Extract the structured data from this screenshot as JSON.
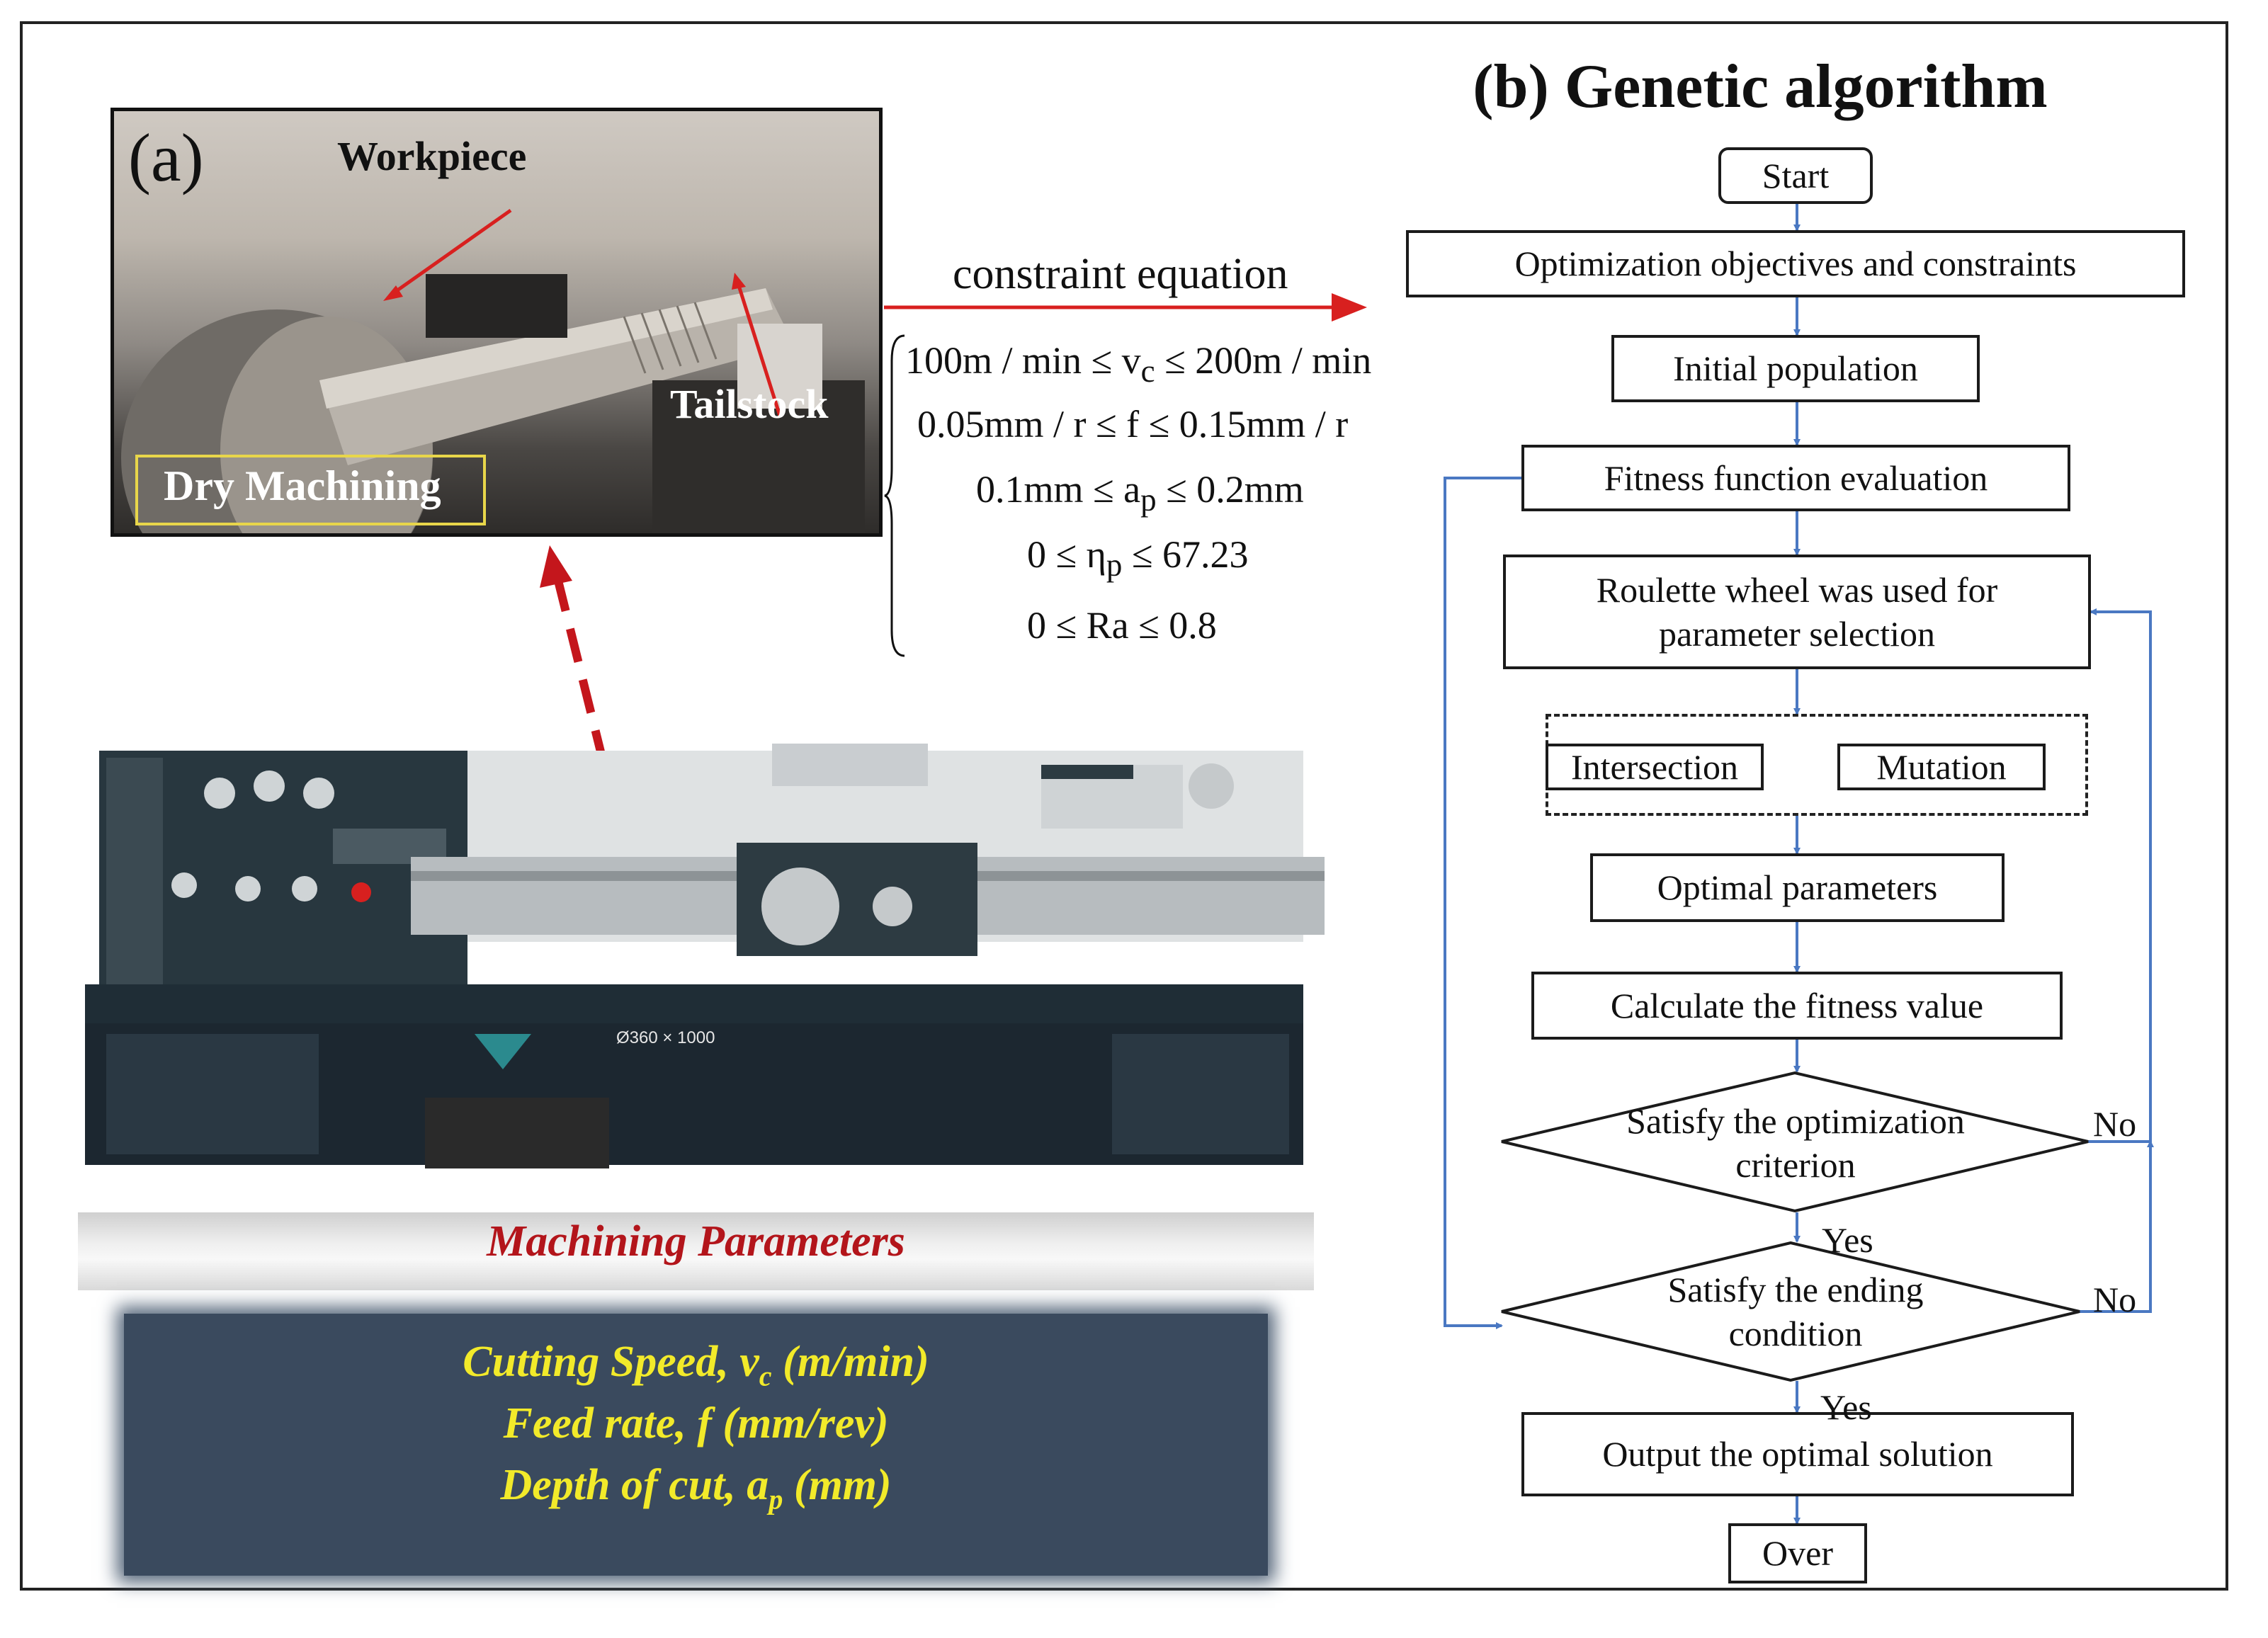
{
  "photo": {
    "panel_label": "(a)",
    "workpiece_label": "Workpiece",
    "tailstock_label": "Tailstock",
    "dry_machining_label": "Dry Machining"
  },
  "constraints": {
    "title": "constraint equation",
    "eq1": "100m / min ≤ v",
    "eq1_sub": "c",
    "eq1_tail": " ≤ 200m / min",
    "eq2": "0.05mm / r ≤ f ≤ 0.15mm / r",
    "eq3": "0.1mm ≤ a",
    "eq3_sub": "p",
    "eq3_tail": " ≤ 0.2mm",
    "eq4": "0 ≤ η",
    "eq4_sub": "p",
    "eq4_tail": " ≤ 67.23",
    "eq5": "0 ≤ Ra ≤ 0.8"
  },
  "lathe": {
    "plate_text": "Ø360 × 1000"
  },
  "machining": {
    "title": "Machining Parameters",
    "p1": "Cutting Speed, v",
    "p1_sub": "c",
    "p1_tail": " (m/min)",
    "p2": "Feed rate, f (mm/rev)",
    "p3": "Depth of cut, a",
    "p3_sub": "p",
    "p3_tail": " (mm)"
  },
  "flowchart": {
    "title": "(b) Genetic algorithm",
    "start": "Start",
    "objectives": "Optimization objectives and constraints",
    "initial_population": "Initial population",
    "fitness_eval": "Fitness function evaluation",
    "roulette": "Roulette wheel was used for parameter selection",
    "intersection": "Intersection",
    "mutation": "Mutation",
    "optimal_params": "Optimal parameters",
    "calc_fitness": "Calculate the fitness value",
    "decision1": "Satisfy the optimization criterion",
    "decision2": "Satisfy the ending condition",
    "output": "Output the optimal solution",
    "over": "Over",
    "yes": "Yes",
    "no": "No"
  },
  "colors": {
    "arrow_blue": "#4a78c2",
    "arrow_red": "#d8201f",
    "dashed_red": "#c4161c",
    "params_bg": "#3a4a5e",
    "params_text": "#f2ea2a",
    "lathe_body": "#1f2d36"
  }
}
